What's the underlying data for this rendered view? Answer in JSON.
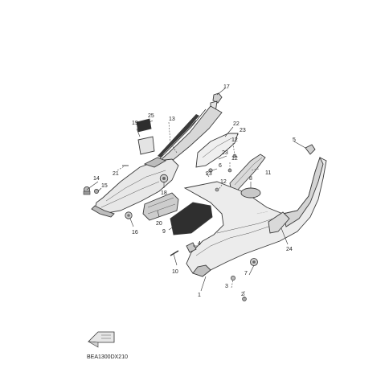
{
  "diagram": {
    "code": "BEA1300DX210",
    "callouts": [
      "17",
      "25",
      "19",
      "13",
      "22",
      "23",
      "5",
      "12",
      "23",
      "6",
      "12",
      "14",
      "15",
      "21",
      "18",
      "23",
      "11",
      "12",
      "8",
      "20",
      "16",
      "9",
      "4",
      "24",
      "10",
      "3",
      "7",
      "1",
      "2"
    ],
    "colors": {
      "line": "#333333",
      "fill_light": "#e6e6e6",
      "fill_mid": "#d2d2d2",
      "fill_dark": "#a8a8a8"
    },
    "front_marker": "arrow-fr-icon"
  }
}
